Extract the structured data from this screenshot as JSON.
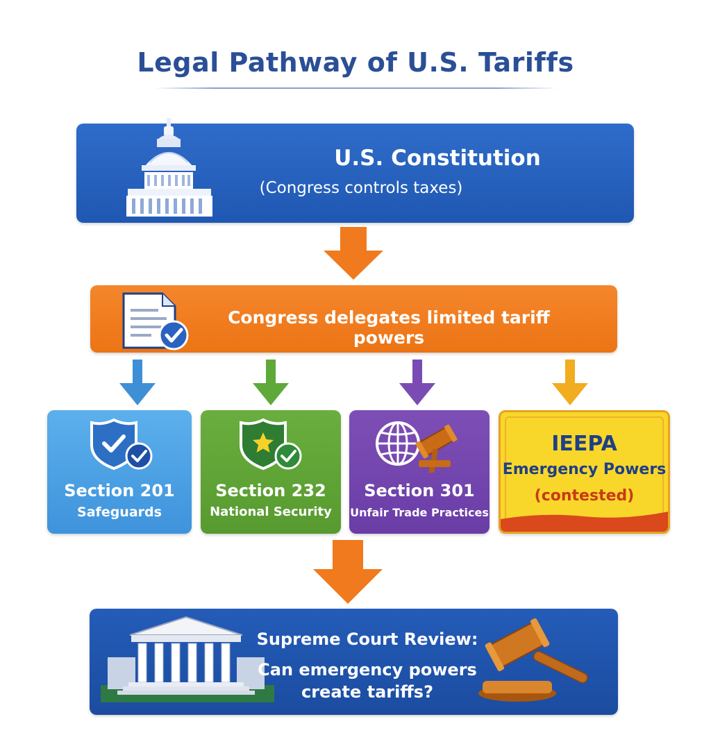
{
  "title": "Legal Pathway of U.S. Tariffs",
  "constitution": {
    "title": "U.S. Constitution",
    "subtitle": "(Congress controls taxes)",
    "icon": "capitol-dome-icon"
  },
  "congress": {
    "text": "Congress delegates limited tariff powers",
    "icon": "document-check-icon"
  },
  "branches": [
    {
      "title": "Section 201",
      "subtitle": "Safeguards",
      "icon": "shield-check-icon",
      "color": "#3e93dc"
    },
    {
      "title": "Section 232",
      "subtitle": "National Security",
      "icon": "shield-star-icon",
      "color": "#579a2f"
    },
    {
      "title": "Section 301",
      "subtitle": "Unfair Trade Practices",
      "icon": "globe-gavel-icon",
      "color": "#6a3ca6"
    },
    {
      "title": "IEEPA",
      "subtitle": "Emergency Powers",
      "note": "(contested)",
      "color": "#f9d72a"
    }
  ],
  "supreme": {
    "line1": "Supreme Court Review:",
    "line2": "Can emergency powers",
    "line3": "create tariffs?",
    "icons": [
      "courthouse-icon",
      "gavel-icon"
    ]
  },
  "colors": {
    "title": "#2a4f96",
    "constitution": "#2f6cc9",
    "congress": "#ec7415",
    "arrow_main": "#f07a1d",
    "arrow_201": "#3e8fd6",
    "arrow_232": "#5fa83a",
    "arrow_301": "#7b4bb4",
    "arrow_ieepa": "#f2ac1f",
    "supreme": "#1f52aa"
  }
}
